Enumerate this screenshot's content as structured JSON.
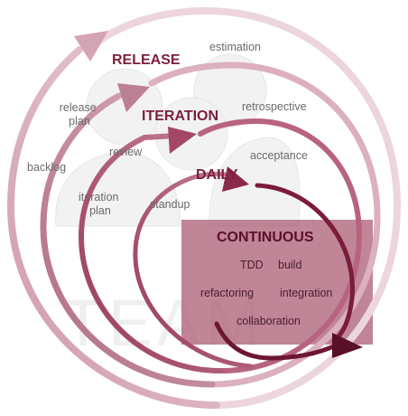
{
  "diagram": {
    "watermark": "TEAM",
    "cycles": {
      "release": {
        "title": "RELEASE",
        "items": [
          "estimation",
          "release plan",
          "backlog"
        ]
      },
      "iteration": {
        "title": "ITERATION",
        "items": [
          "retrospective",
          "review",
          "iteration plan"
        ]
      },
      "daily": {
        "title": "DAILY",
        "items": [
          "acceptance",
          "standup"
        ]
      },
      "continuous": {
        "title": "CONTINUOUS",
        "items": [
          "TDD",
          "build",
          "refactoring",
          "integration",
          "collaboration"
        ]
      }
    },
    "colors": {
      "dark": "#7b1f3a",
      "mid": "#a8526c",
      "light": "#c98da2",
      "faint": "#e9cfd7",
      "box": "#a8566f",
      "title": "#7b1f3a",
      "box_title": "#5a0f28",
      "label": "#6b6b6b",
      "box_label": "#4a1f2c",
      "watermark": "#eeeeee",
      "bubble": "#f1f1f1"
    }
  }
}
